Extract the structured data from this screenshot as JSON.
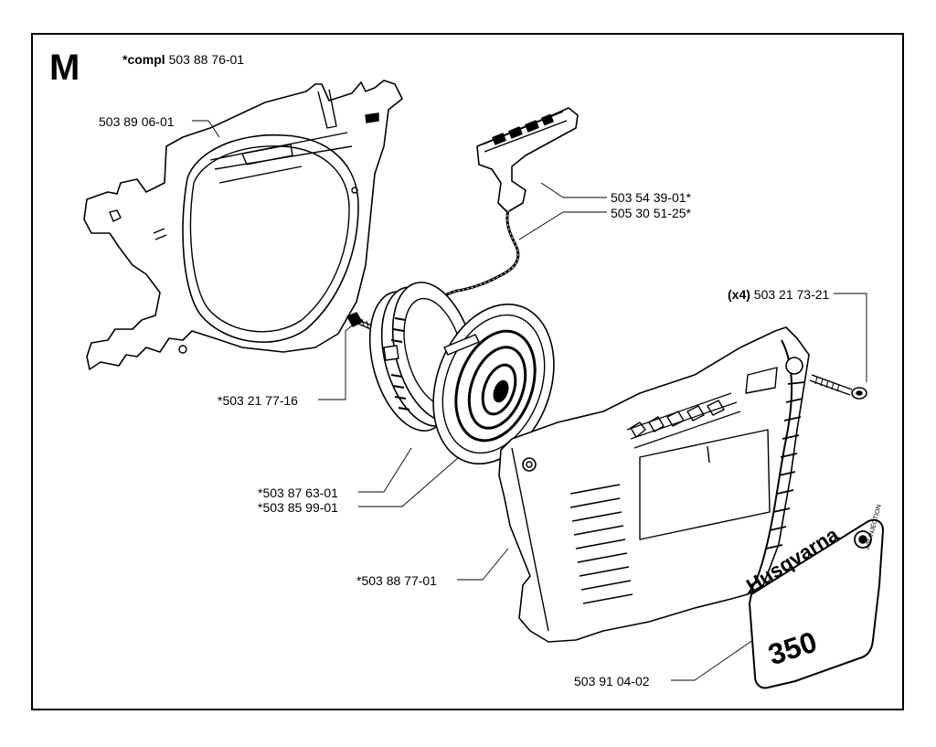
{
  "section": "M",
  "compl": {
    "prefix": "*compl",
    "part": "503 88 76-01"
  },
  "parts": [
    {
      "id": "starter-housing-frame",
      "number": "503 89 06-01"
    },
    {
      "id": "handle",
      "number": "503 54 39-01*"
    },
    {
      "id": "starter-cord",
      "number": "505 30 51-25*"
    },
    {
      "id": "cover-screw",
      "qty_prefix": "(x4)",
      "number": "503 21 73-21"
    },
    {
      "id": "pulley-screw",
      "number": "*503 21 77-16"
    },
    {
      "id": "rope-pulley",
      "number": "*503 87 63-01"
    },
    {
      "id": "recoil-spring",
      "number": "*503 85 99-01"
    },
    {
      "id": "starter-cover",
      "number": "*503 88 77-01"
    },
    {
      "id": "decal",
      "number": "503 91 04-02"
    }
  ],
  "decal_text": {
    "brand": "Husqvarna",
    "model": "350",
    "tagline": "AIR INJECTION"
  }
}
